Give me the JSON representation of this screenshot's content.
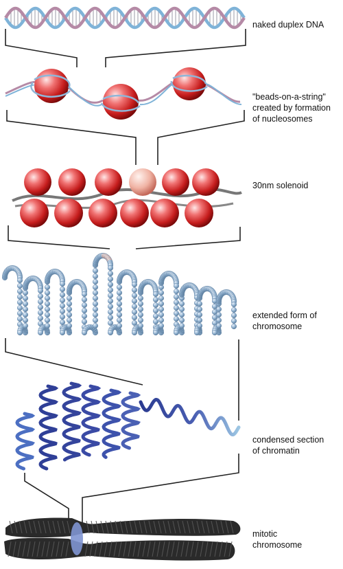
{
  "labels": {
    "dna": "naked duplex DNA",
    "beads": "\"beads-on-a-string\"\ncreated by formation\nof nucleosomes",
    "solenoid": "30nm solenoid",
    "extended": "extended form of\nchromosome",
    "condensed": "condensed section\nof chromatin",
    "mitotic": "mitotic\nchromosome"
  },
  "colors": {
    "dna_blue": "#7fb3d8",
    "dna_pink": "#b58aa6",
    "histone_red": "#d32424",
    "bead_blue": "#8fb0cf",
    "bead_pink": "#e7b4a6",
    "chromatin_dark": "#2f3f97",
    "chromatin_light": "#8ab7d9",
    "chromosome_black": "#222222",
    "centromere": "#7f95d2"
  }
}
